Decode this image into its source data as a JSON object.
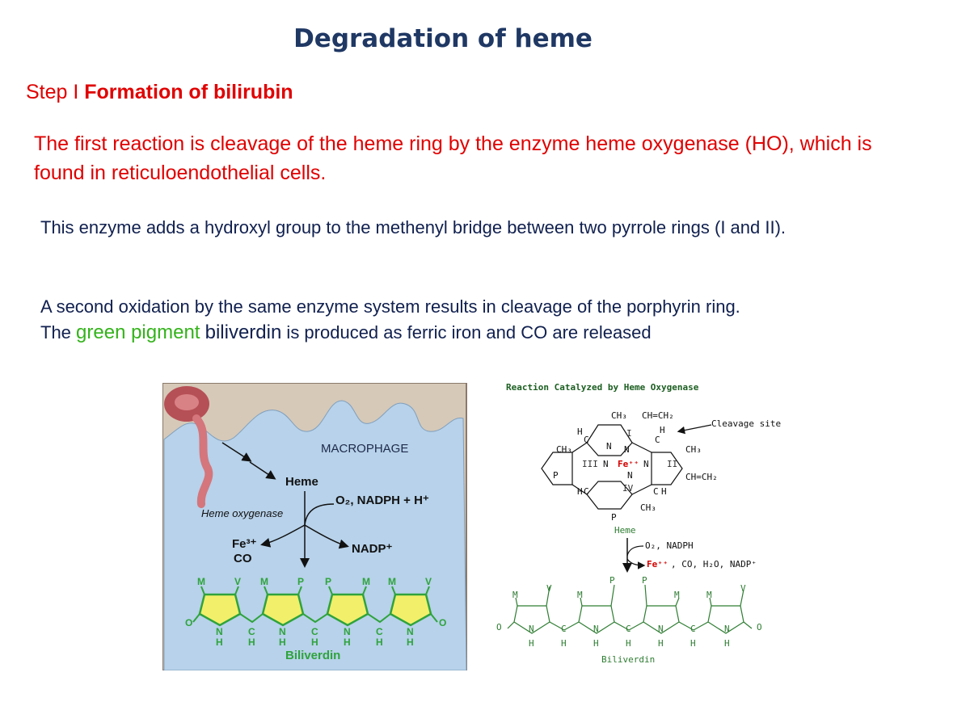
{
  "slide": {
    "title": "Degradation of heme",
    "step_prefix": "Step I ",
    "step_bold": "Formation of bilirubin",
    "para_red": "The first reaction is cleavage of the heme ring by the enzyme heme oxygenase (HO), which is found in reticuloendothelial cells.",
    "para_1": "This enzyme adds a hydroxyl group to the methenyl bridge between two pyrrole rings (I and II).",
    "para_2_line1": "A second oxidation by the same enzyme system results in cleavage of the porphyrin ring.",
    "para_2_the": "The ",
    "para_2_green": "green pigment",
    "para_2_biliverdin": "biliverdin",
    "para_2_rest": " is produced as ferric iron and CO are released"
  },
  "figure_left": {
    "macrophage_label": "MACROPHAGE",
    "heme_label": "Heme",
    "reagents": "O₂, NADPH + H⁺",
    "enzyme_label": "Heme oxygenase",
    "fe_label": "Fe³⁺",
    "co_label": "CO",
    "nadp_label": "NADP⁺",
    "biliverdin_label": "Biliverdin",
    "substituents": [
      "M",
      "V",
      "M",
      "P",
      "P",
      "M",
      "M",
      "V"
    ],
    "o_label": "O",
    "n_label": "N",
    "c_label": "C",
    "h_label": "H",
    "colors": {
      "cell": "#b7d2ea",
      "stroma": "#d6c9b8",
      "green": "#2fa33c",
      "ring_fill": "#f2ef6a"
    }
  },
  "figure_right": {
    "header": "Reaction Catalyzed by Heme Oxygenase",
    "cleavage_label": "Cleavage site",
    "ring_numbers": [
      "I",
      "II",
      "III",
      "IV"
    ],
    "fe_label": "Fe⁺⁺",
    "ch3": "CH₃",
    "vinyl": "CH=CH₂",
    "p_label": "P",
    "c_label": "C",
    "h_label": "H",
    "n_label": "N",
    "heme_label": "Heme",
    "reagents": "O₂, NADPH",
    "fe_release": "Fe⁺⁺",
    "products": ", CO, H₂O, NADP⁺",
    "biliverdin_label": "Biliverdin",
    "substituents": [
      "M",
      "V",
      "M",
      "P",
      "P",
      "M",
      "M",
      "V"
    ],
    "o_label": "O"
  }
}
